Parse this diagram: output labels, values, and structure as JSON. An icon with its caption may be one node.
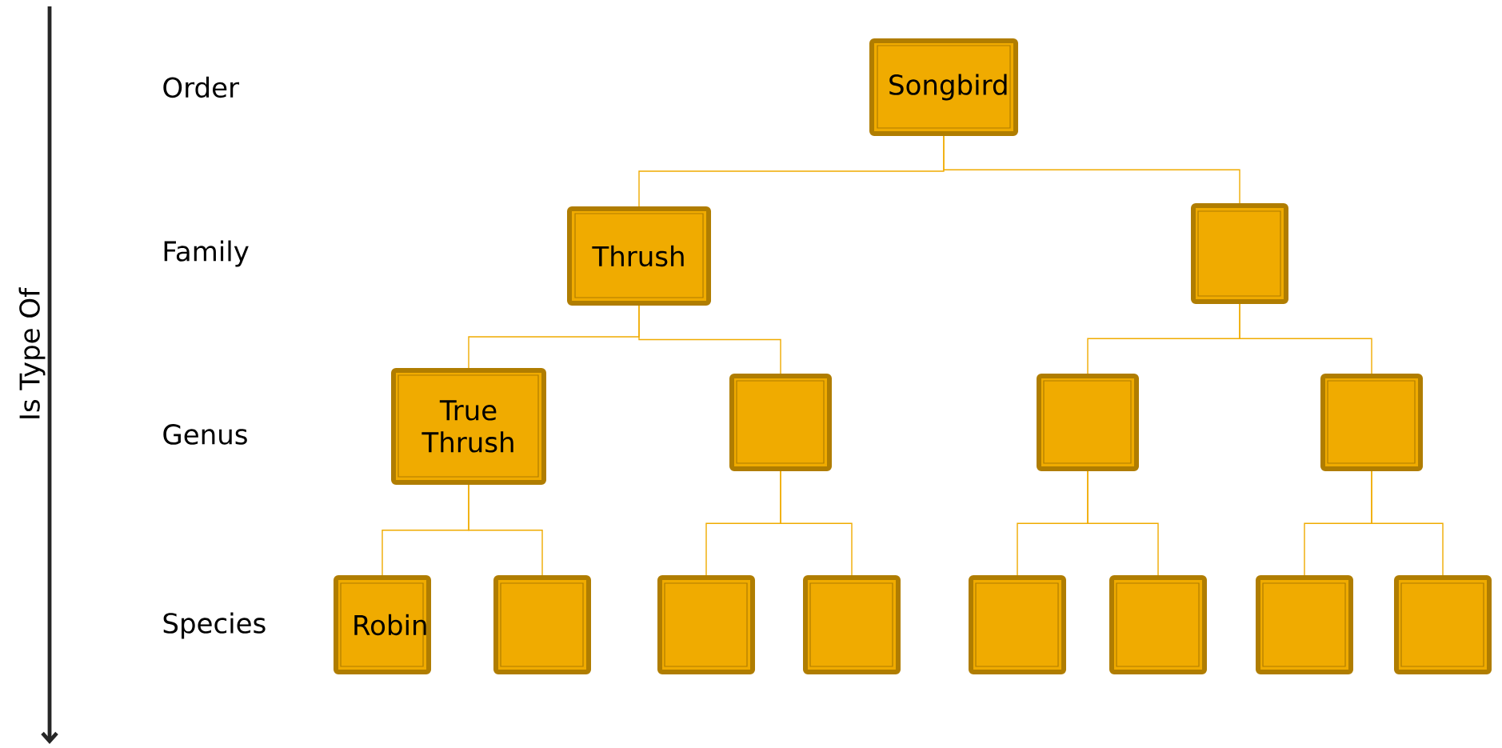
{
  "diagram": {
    "nodes": [
      {
        "text": [
          "Songbird"
        ]
      },
      {
        "text": [
          "Thrush"
        ]
      },
      {
        "text": [],
        "shape": "box"
      },
      {
        "text": [
          "True Thrush"
        ]
      },
      {
        "text": [],
        "shape": "box"
      },
      {
        "text": [],
        "shape": "box"
      },
      {
        "text": [],
        "shape": "box"
      },
      {
        "text": [
          "Robin"
        ]
      },
      {
        "text": [],
        "shape": "box"
      },
      {
        "text": [],
        "shape": "box"
      },
      {
        "text": [],
        "shape": "box"
      },
      {
        "text": [],
        "shape": "box"
      },
      {
        "text": [],
        "shape": "box"
      },
      {
        "text": [],
        "shape": "box"
      },
      {
        "text": [],
        "shape": "box"
      }
    ],
    "edges": [
      {
        "from": 0,
        "to": 1,
        "arrow": "none"
      },
      {
        "from": 0,
        "to": 2,
        "arrow": "none"
      },
      {
        "from": 1,
        "to": 3,
        "arrow": "none"
      },
      {
        "from": 1,
        "to": 4,
        "arrow": "none"
      },
      {
        "from": 2,
        "to": 5,
        "arrow": "none"
      },
      {
        "from": 2,
        "to": 6,
        "arrow": "none"
      },
      {
        "from": 3,
        "to": 7,
        "arrow": "none"
      },
      {
        "from": 3,
        "to": 8,
        "arrow": "none"
      },
      {
        "from": 4,
        "to": 9,
        "arrow": "none"
      },
      {
        "from": 4,
        "to": 10,
        "arrow": "none"
      },
      {
        "from": 5,
        "to": 11,
        "arrow": "none"
      },
      {
        "from": 5,
        "to": 12,
        "arrow": "none"
      },
      {
        "from": 6,
        "to": 13,
        "arrow": "none"
      },
      {
        "from": 6,
        "to": 14,
        "arrow": "none"
      }
    ],
    "labels": [
      "Is Type Of",
      "Order",
      "Family",
      "Genus",
      "Species"
    ]
  }
}
